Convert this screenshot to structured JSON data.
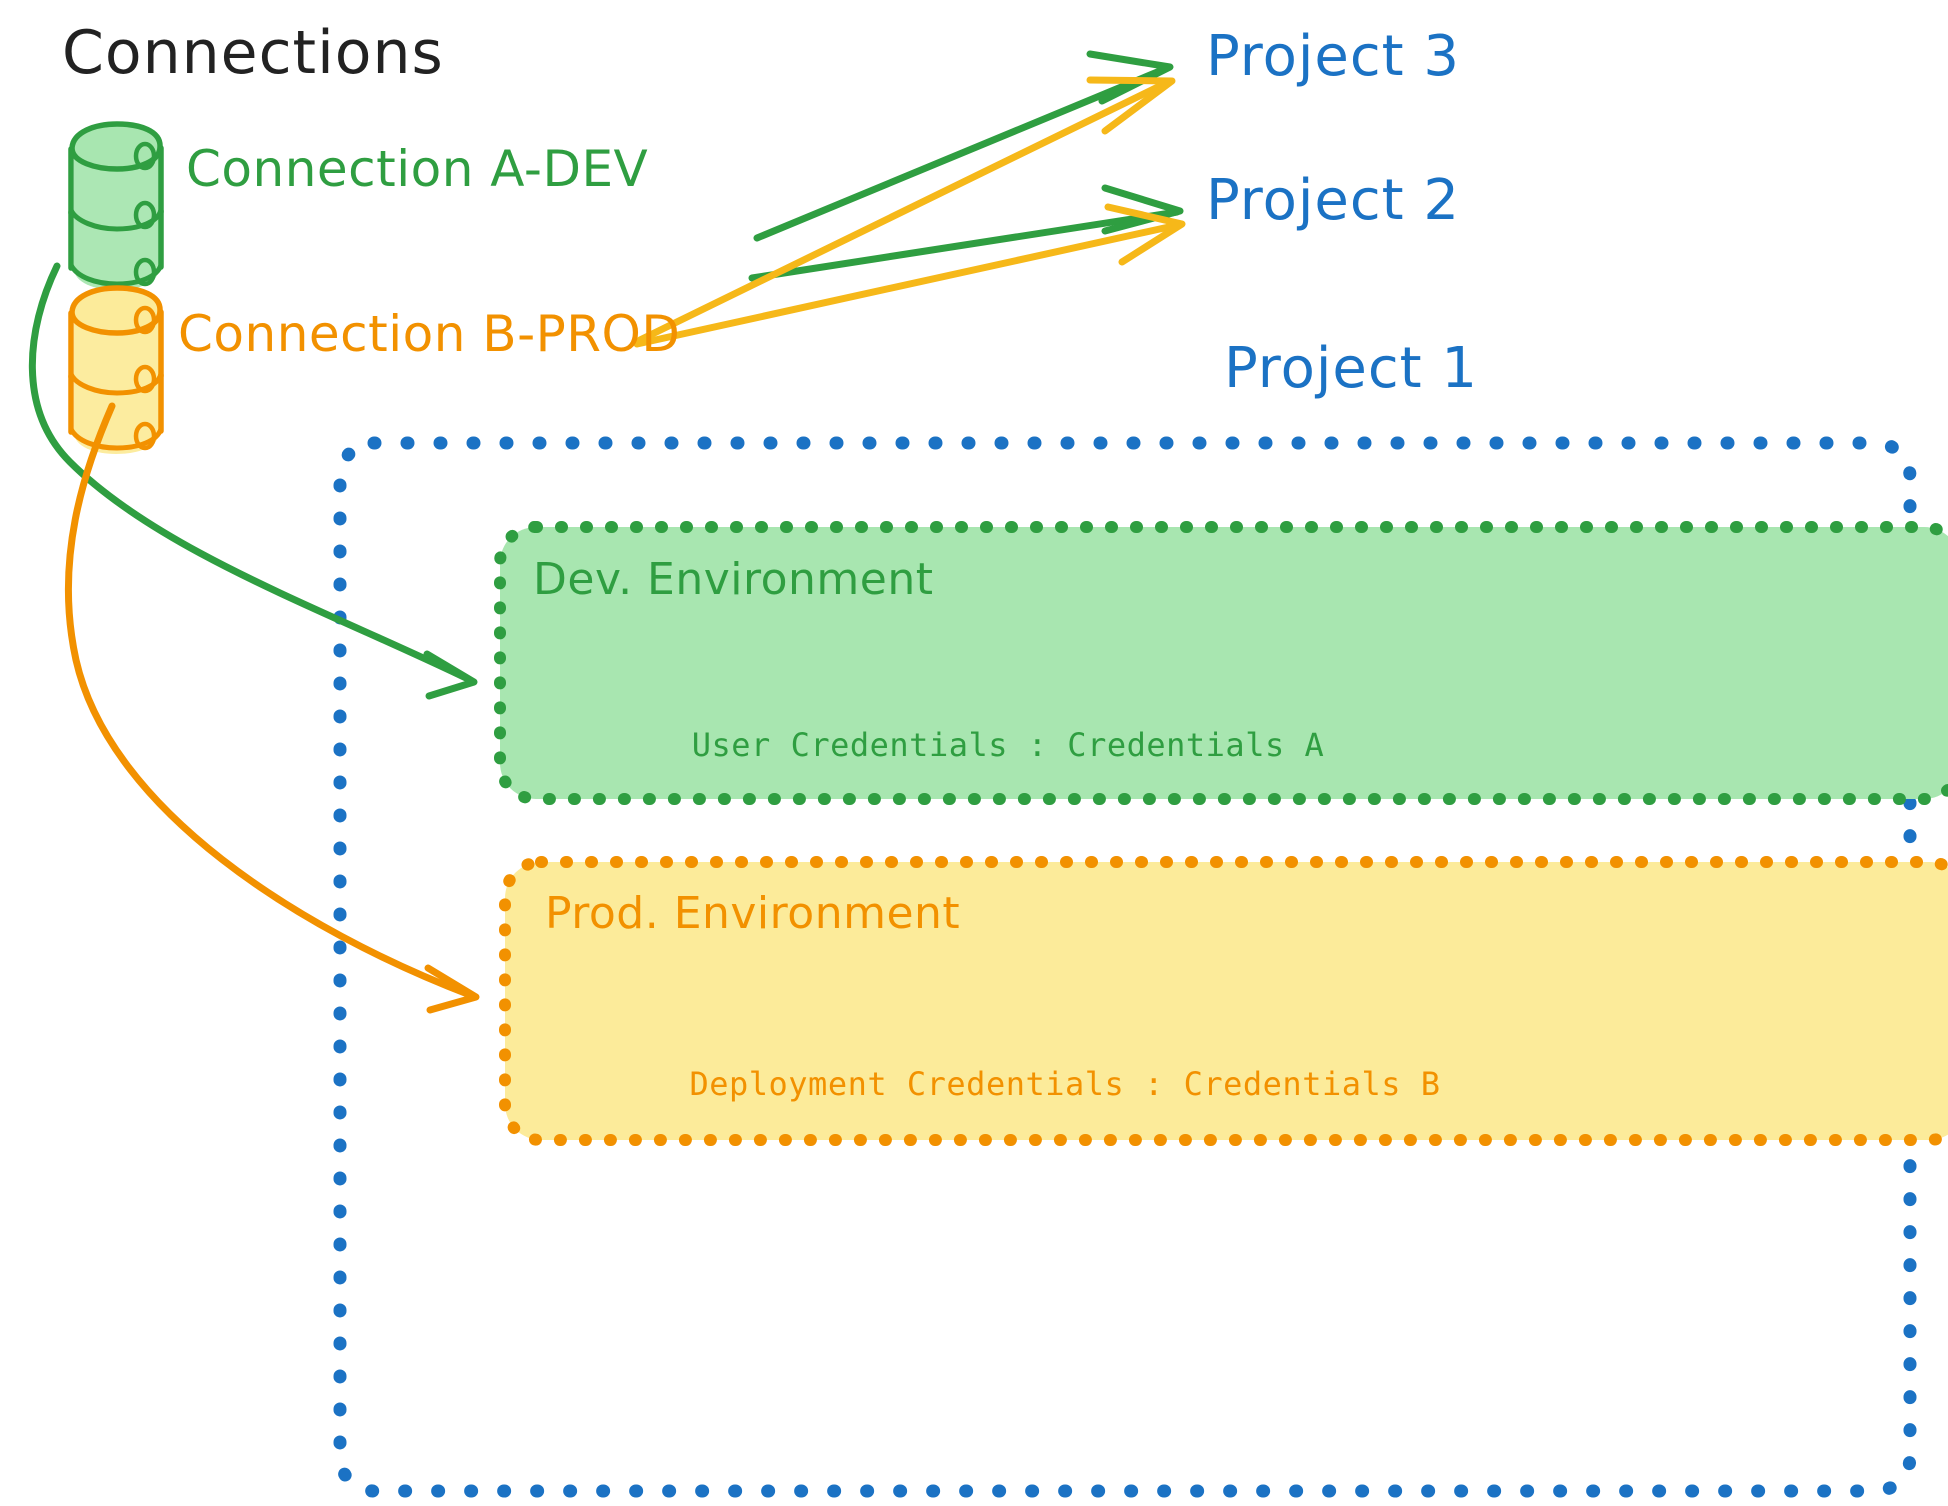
{
  "diagram": {
    "title": "Connections",
    "colors": {
      "green_stroke": "#2f9e41",
      "green_fill": "#a8e6b0",
      "orange_stroke": "#f29100",
      "orange_fill": "#fceb9a",
      "blue": "#1b72c4",
      "black": "#222222",
      "background": "#ffffff"
    }
  },
  "connections": [
    {
      "id": "a-dev",
      "label": "Connection A-DEV",
      "color": "#2f9e41",
      "icon": "database-cylinder-icon"
    },
    {
      "id": "b-prod",
      "label": "Connection B-PROD",
      "color": "#f29100",
      "icon": "database-cylinder-icon"
    }
  ],
  "projects": [
    {
      "id": "project-3",
      "label": "Project 3"
    },
    {
      "id": "project-2",
      "label": "Project 2"
    },
    {
      "id": "project-1",
      "label": "Project 1"
    }
  ],
  "project1": {
    "label": "Project 1",
    "environments": [
      {
        "id": "dev-environment",
        "title": "Dev. Environment",
        "credentials_label": "User Credentials",
        "credentials_separator": ":",
        "credentials_value": "Credentials A",
        "credentials_line": "User Credentials : Credentials A",
        "color": "#2f9e41",
        "fill": "#a8e6b0"
      },
      {
        "id": "prod-environment",
        "title": "Prod. Environment",
        "credentials_label": "Deployment Credentials",
        "credentials_separator": ":",
        "credentials_value": "Credentials B",
        "credentials_line": "Deployment Credentials : Credentials B",
        "color": "#f29100",
        "fill": "#fceb9a"
      }
    ]
  },
  "edges": [
    {
      "from": "a-dev",
      "to": "project-3",
      "color": "#2f9e41",
      "style": "straight-arrow"
    },
    {
      "from": "a-dev",
      "to": "project-2",
      "color": "#2f9e41",
      "style": "straight-arrow"
    },
    {
      "from": "b-prod",
      "to": "project-3",
      "color": "#f6b819",
      "style": "straight-arrow"
    },
    {
      "from": "b-prod",
      "to": "project-2",
      "color": "#f6b819",
      "style": "straight-arrow"
    },
    {
      "from": "a-dev",
      "to": "dev-environment",
      "color": "#2f9e41",
      "style": "curved-arrow"
    },
    {
      "from": "b-prod",
      "to": "prod-environment",
      "color": "#f29100",
      "style": "curved-arrow"
    }
  ]
}
